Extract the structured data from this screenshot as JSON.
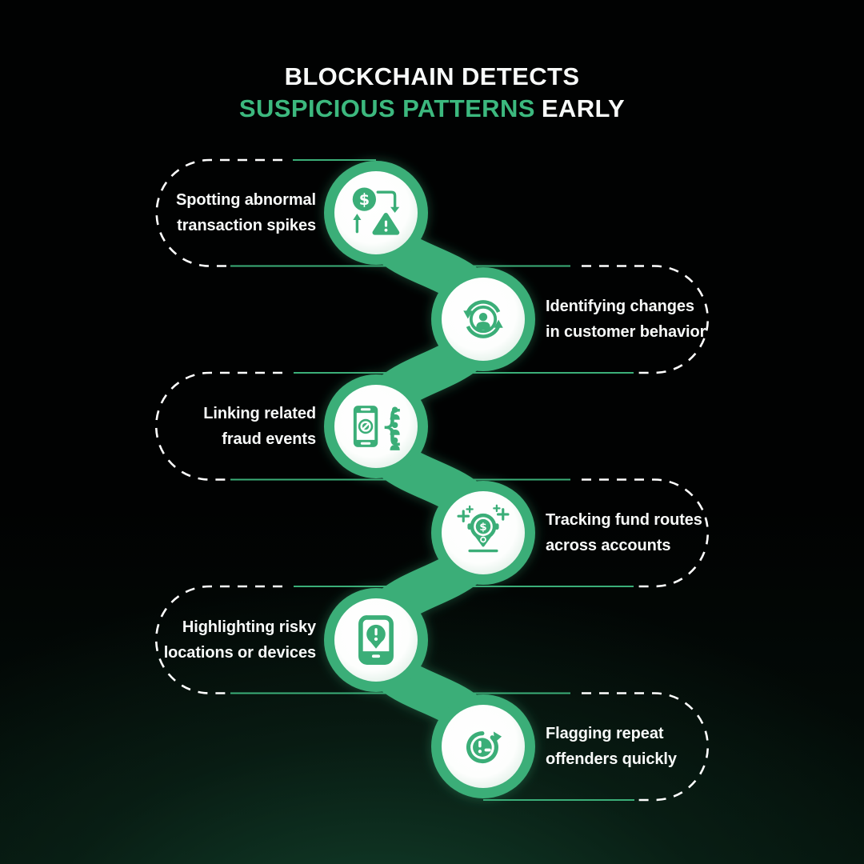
{
  "title": {
    "line1": "BLOCKCHAIN DETECTS",
    "line2_highlight": "SUSPICIOUS PATTERNS",
    "line2_rest": "EARLY"
  },
  "colors": {
    "accent": "#3BAE78",
    "title_highlight": "#3CB87E",
    "text": "#F8FAF9",
    "dash": "#FFFFFF",
    "node_fill": "#FFFFFF",
    "background_top": "#010202",
    "background_bottom_glow": "#12402B"
  },
  "glyphs": {
    "dollar": "$",
    "brace": "{"
  },
  "items": [
    {
      "side": "left",
      "line1": "Spotting abnormal",
      "line2": "transaction spikes",
      "icon": "transaction-spike-alert-icon"
    },
    {
      "side": "right",
      "line1": "Identifying changes",
      "line2": "in customer behavior",
      "icon": "customer-behavior-sync-icon"
    },
    {
      "side": "left",
      "line1": "Linking related",
      "line2": "fraud events",
      "icon": "linked-fraud-events-icon"
    },
    {
      "side": "right",
      "line1": "Tracking fund routes",
      "line2": "across accounts",
      "icon": "fund-route-pin-icon"
    },
    {
      "side": "left",
      "line1": "Highlighting risky",
      "line2": "locations or devices",
      "icon": "risky-device-icon"
    },
    {
      "side": "right",
      "line1": "Flagging repeat",
      "line2": "offenders quickly",
      "icon": "repeat-offender-clock-icon"
    }
  ]
}
